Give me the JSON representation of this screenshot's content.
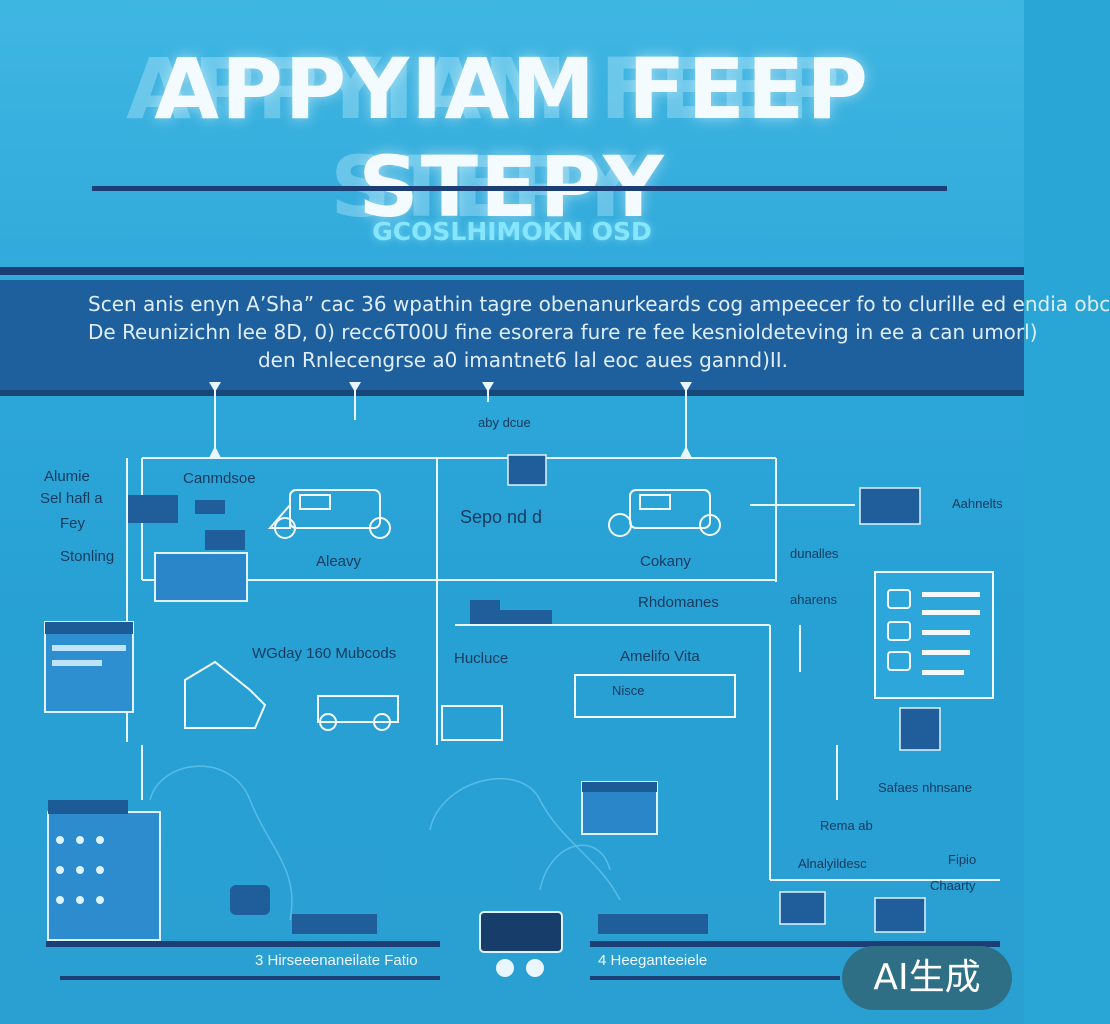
{
  "header": {
    "title": "APPYIAM FEEP STEPY",
    "subtitle": "GCOSLHIMOKN OSD"
  },
  "intro": {
    "lines": [
      "Scen anis enyn A’Sha” cac 36 wpathin tagre obenanurkeards cog ampeecer fo to clurille ed endia obc",
      "De Reunizichn lee 8D, 0) recc6T00U fine esorera fure re fee kesnioldeteving in ee a can umorl)",
      "den Rnlecengrse a0 imantnet6 lal eoc aues gannd)II."
    ]
  },
  "labels": {
    "upper_left_1": "Alumie",
    "upper_left_2": "Sel hafl a",
    "upper_left_3": "Fey",
    "upper_left_4": "Stonling",
    "top_center": "aby dcue",
    "row1_left": "Canmdsoe",
    "vehicle_a": "Aleavy",
    "mid_center": "Sepo nd d",
    "vehicle_b": "Cokany",
    "right_1": "Aahnelts",
    "right_2": "dunalles",
    "right_3": "aharens",
    "mid_right": "Rhdomanes",
    "row2_left": "WGday 160 Mubcods",
    "row2_center": "Hucluce",
    "row2_right": "Amelifo Vita",
    "row2_right_sub": "Nisce",
    "lower_right_1": "Safaes nhnsane",
    "lower_right_2": "Rema ab",
    "lower_right_3": "Alnalyildesc",
    "lower_right_4": "Fipio",
    "lower_right_5": "Chaarty",
    "bottom_left": "3 Hirseeenaneilate Fatio",
    "bottom_right": "4 Heeganteeiele"
  },
  "badge": {
    "label": "AI生成"
  },
  "colors": {
    "background": "#2aa6d6",
    "band": "#1e5f9e",
    "rule": "#1b3f74",
    "wire": "#eaf6ff",
    "ink": "#163a5e",
    "badge": "#2f6f86"
  }
}
